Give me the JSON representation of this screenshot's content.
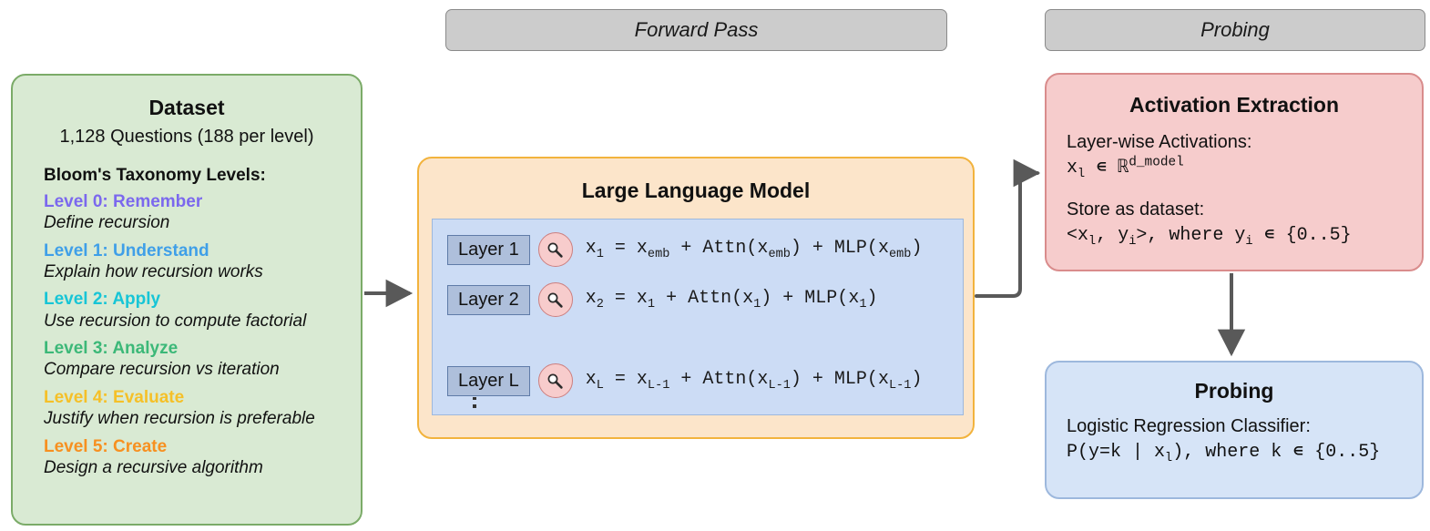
{
  "banners": {
    "forward_pass": "Forward Pass",
    "probing": "Probing"
  },
  "dataset": {
    "title": "Dataset",
    "subtitle": "1,128 Questions (188 per level)",
    "section_head": "Bloom's Taxonomy Levels:",
    "levels": [
      {
        "title": "Level 0: Remember",
        "desc": "Define recursion",
        "color": "#7b68ee"
      },
      {
        "title": "Level 1: Understand",
        "desc": "Explain how recursion works",
        "color": "#3f9fe8"
      },
      {
        "title": "Level 2: Apply",
        "desc": "Use recursion to compute factorial",
        "color": "#17c5d6"
      },
      {
        "title": "Level 3: Analyze",
        "desc": "Compare recursion vs iteration",
        "color": "#3cb878"
      },
      {
        "title": "Level 4: Evaluate",
        "desc": "Justify when recursion is preferable",
        "color": "#f5c028"
      },
      {
        "title": "Level 5: Create",
        "desc": "Design a recursive algorithm",
        "color": "#f79020"
      }
    ]
  },
  "llm": {
    "title": "Large Language Model",
    "layers": [
      {
        "chip": "Layer 1",
        "lhs": "x",
        "lhs_sub": "1",
        "eq_html": "x<sub>1</sub> = x<sub>emb</sub> + Attn(x<sub>emb</sub>) + MLP(x<sub>emb</sub>)",
        "eq_text": "x_1 = x_emb + Attn(x_emb) + MLP(x_emb)"
      },
      {
        "chip": "Layer 2",
        "lhs": "x",
        "lhs_sub": "2",
        "eq_html": "x<sub>2</sub> = x<sub>1</sub> + Attn(x<sub>1</sub>) + MLP(x<sub>1</sub>)",
        "eq_text": "x_2 = x_1 + Attn(x_1) + MLP(x_1)"
      },
      {
        "chip": "Layer L",
        "lhs": "x",
        "lhs_sub": "L",
        "eq_html": "x<sub>L</sub> = x<sub>L-1</sub> + Attn(x<sub>L-1</sub>) + MLP(x<sub>L-1</sub>)",
        "eq_text": "x_L = x_L-1 + Attn(x_L-1) + MLP(x_L-1)"
      }
    ],
    "ellipsis": "vertical-ellipsis"
  },
  "activation": {
    "title": "Activation Extraction",
    "line1": "Layer-wise Activations:",
    "formula1_html": "x<sub>l</sub> &#8714; &#8477;<sup>d_model</sup>",
    "line2": "Store as dataset:",
    "formula2_html": "&lt;x<sub>l</sub>, y<sub>i</sub>&gt;, where y<sub>i</sub> &#8714; {0..5}"
  },
  "probing": {
    "title": "Probing",
    "line1": "Logistic Regression Classifier:",
    "formula1_html": "P(y=k | x<sub>l</sub>), where k &#8714; {0..5}"
  },
  "colors": {
    "dataset_bg": "#d9ead3",
    "llm_bg": "#fce5ca",
    "llm_inner_bg": "#ccdcf5",
    "activation_bg": "#f6cccc",
    "probing_bg": "#d6e4f7",
    "banner_bg": "#cccccc",
    "arrow": "#595959"
  }
}
